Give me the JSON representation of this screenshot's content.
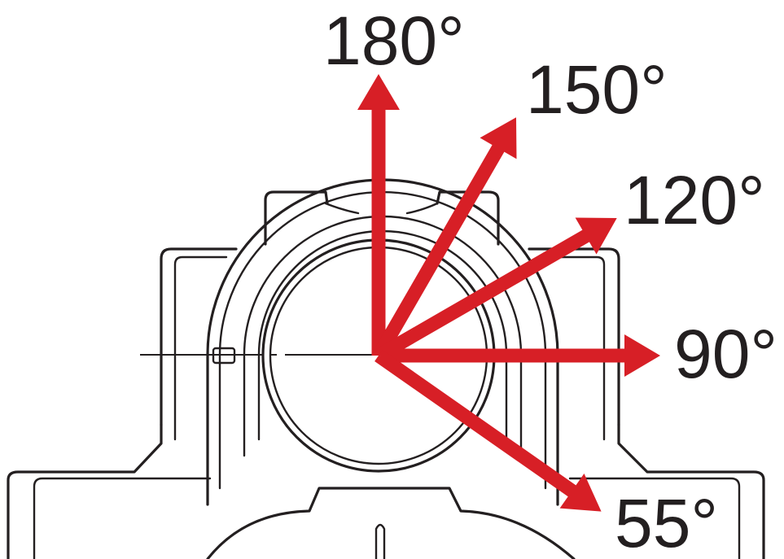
{
  "diagram": {
    "arrow_color": "#d71f26",
    "line_color": "#231f20",
    "load_directions": [
      {
        "angle_deg": 180,
        "label": "180°"
      },
      {
        "angle_deg": 150,
        "label": "150°"
      },
      {
        "angle_deg": 120,
        "label": "120°"
      },
      {
        "angle_deg": 90,
        "label": "90°"
      },
      {
        "angle_deg": 55,
        "label": "55°"
      }
    ]
  }
}
